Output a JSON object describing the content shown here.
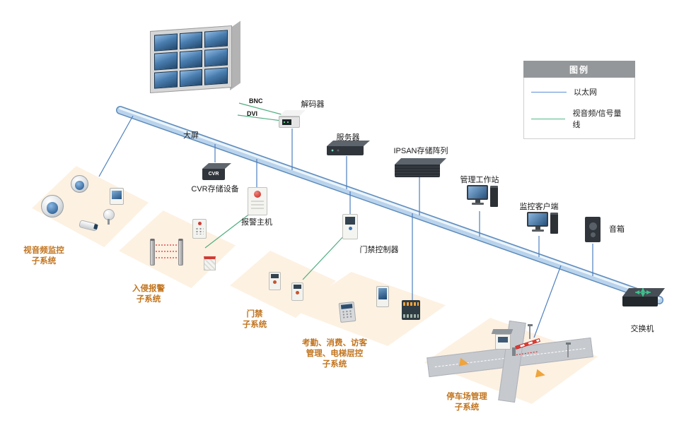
{
  "legend": {
    "title": "图例",
    "items": [
      {
        "label": "以太网",
        "color": "#5b8fd4"
      },
      {
        "label": "视音频/信号量线",
        "color": "#52b788"
      }
    ]
  },
  "cables": {
    "bnc": "BNC",
    "dvi": "DVI"
  },
  "devices": {
    "video_wall": "大屏",
    "decoder": "解码器",
    "server": "服务器",
    "ipsan": "IPSAN存储阵列",
    "workstation": "管理工作站",
    "client": "监控客户端",
    "speaker": "音箱",
    "switch": "交换机",
    "cvr": "CVR存储设备",
    "cvr_badge": "CVR",
    "alarm_host": "报警主机",
    "access_controller": "门禁控制器"
  },
  "subsystems": {
    "video": "视音频监控\n子系统",
    "intrusion": "入侵报警\n子系统",
    "access": "门禁\n子系统",
    "attendance": "考勤、消费、访客\n管理、电梯层控\n子系统",
    "parking": "停车场管理\n子系统"
  }
}
